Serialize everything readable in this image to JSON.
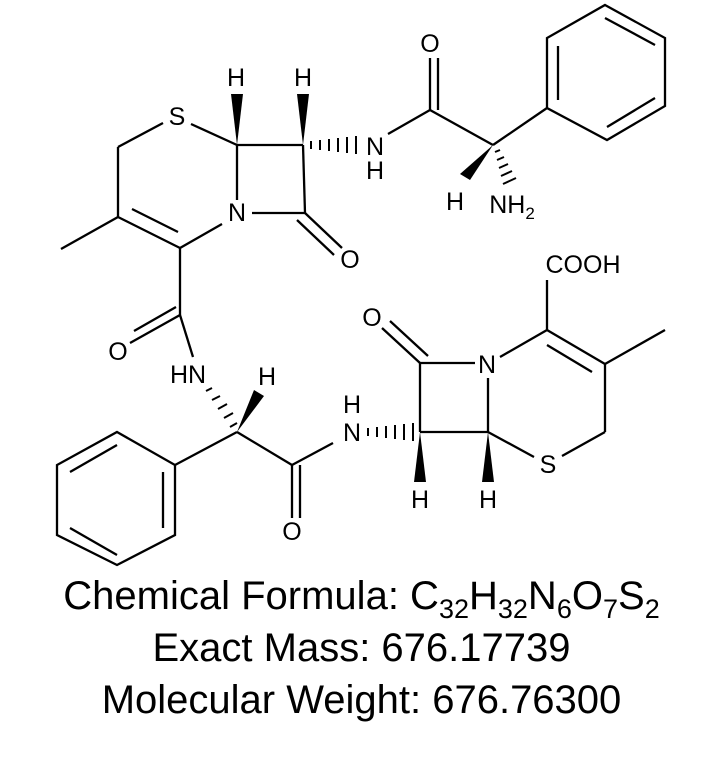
{
  "molecule": {
    "atoms": {
      "S1": "S",
      "S2": "S",
      "N1": "N",
      "N2": "N",
      "H_a": "H",
      "H_b": "H",
      "H_c": "H",
      "H_d": "H",
      "NH_top": "N",
      "NH_top_h": "H",
      "NH2": "NH",
      "NH2_sub": "2",
      "H_chiral_top": "H",
      "O_top_amide": "O",
      "O_lactam_top": "O",
      "O_amide_left": "O",
      "HN_mid": "HN",
      "H_chiral_bottom": "H",
      "O_amide_bottom": "O",
      "NH_bottom": "N",
      "NH_bottom_h": "H",
      "O_lactam_bottom": "O",
      "COOH": "COOH"
    }
  },
  "labels": {
    "formula_prefix": "Chemical Formula: ",
    "formula": [
      {
        "el": "C",
        "n": "32"
      },
      {
        "el": "H",
        "n": "32"
      },
      {
        "el": "N",
        "n": "6"
      },
      {
        "el": "O",
        "n": "7"
      },
      {
        "el": "S",
        "n": "2"
      }
    ],
    "exact_mass": "Exact Mass: 676.17739",
    "molecular_weight": "Molecular Weight: 676.76300"
  }
}
